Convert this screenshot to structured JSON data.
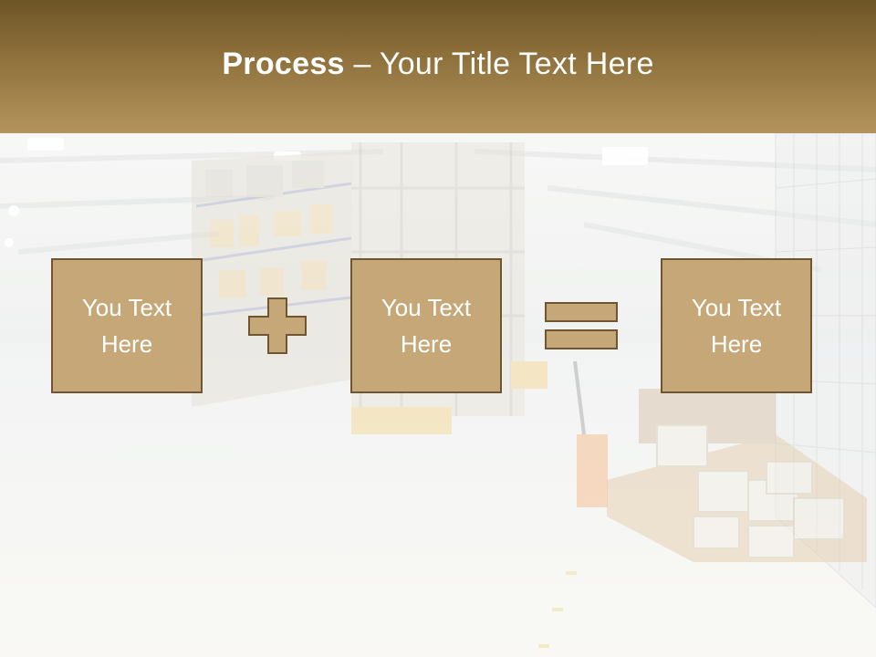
{
  "slide": {
    "title_bold": "Process",
    "title_rest": " – Your Title Text Here"
  },
  "boxes": [
    {
      "text": "You Text Here"
    },
    {
      "text": "You Text Here"
    },
    {
      "text": "You Text Here"
    }
  ],
  "operators": {
    "plus": "plus-icon",
    "equals": "equals-icon"
  },
  "colors": {
    "title_bar_top": "#6e5527",
    "title_bar_bottom": "#b4945c",
    "box_fill": "#c6a878",
    "box_border": "#6f5630",
    "text": "#ffffff"
  }
}
